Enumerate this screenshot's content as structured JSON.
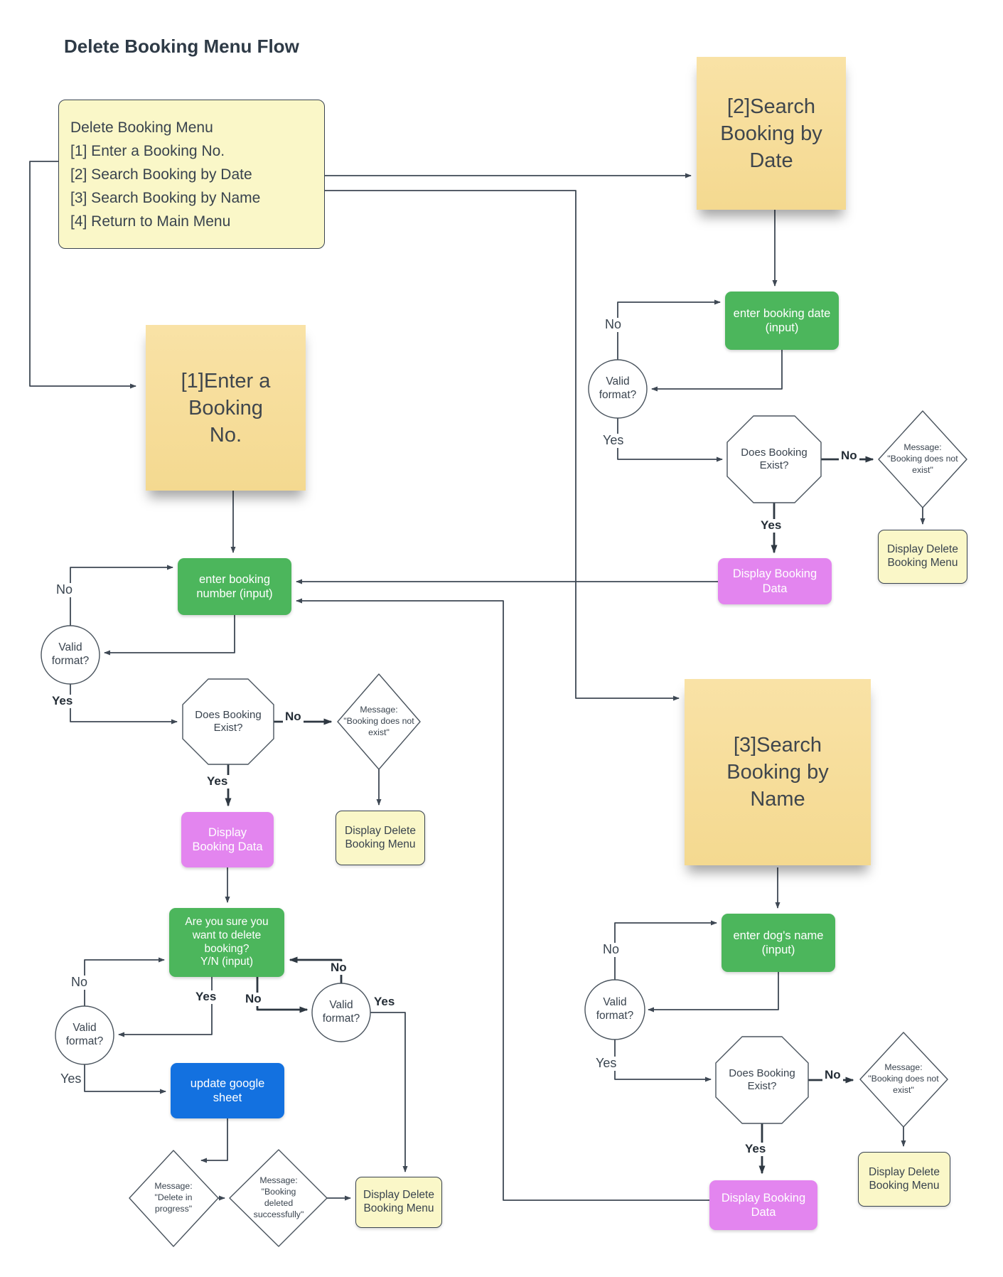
{
  "title": "Delete Booking Menu Flow",
  "colors": {
    "ink": "#39434E",
    "line": "#3E4854",
    "green": "#4CB65C",
    "purple": "#E385EF",
    "blue": "#1371E0",
    "note": "#FAF7C8",
    "sticky-a": "#F9E2A6",
    "sticky-b": "#F4D990"
  },
  "nodes": {
    "menu": {
      "label": "Delete Booking Menu\n[1] Enter a Booking No.\n[2] Search Booking by Date\n[3] Search Booking by Name\n[4] Return to Main Menu"
    },
    "sticky1": {
      "label": "[1]Enter a\nBooking\nNo."
    },
    "sticky2": {
      "label": "[2]Search\nBooking by\nDate"
    },
    "sticky3": {
      "label": "[3]Search\nBooking by\nName"
    },
    "enter_number": {
      "label": "enter booking\nnumber (input)"
    },
    "enter_date": {
      "label": "enter booking date\n(input)"
    },
    "enter_name": {
      "label": "enter dog's name\n(input)"
    },
    "confirm_delete": {
      "label": "Are you sure you\nwant to delete\nbooking?\nY/N (input)"
    },
    "update_sheet": {
      "label": "update google\nsheet"
    },
    "valid_format": {
      "label": "Valid\nformat?"
    },
    "does_booking_exist": {
      "label": "Does Booking\nExist?"
    },
    "message_not_exist": {
      "label": "Message:\n\"Booking does not\nexist\""
    },
    "message_delete_progress": {
      "label": "Message:\n\"Delete in\nprogress\""
    },
    "message_deleted_ok": {
      "label": "Message:\n\"Booking\ndeleted\nsuccessfully\""
    },
    "display_booking_data": {
      "label": "Display Booking\nData"
    },
    "display_booking_data_2line": {
      "label": "Display\nBooking Data"
    },
    "display_delete_menu": {
      "label": "Display Delete\nBooking Menu"
    }
  },
  "edge_labels": {
    "yes": "Yes",
    "no": "No"
  }
}
